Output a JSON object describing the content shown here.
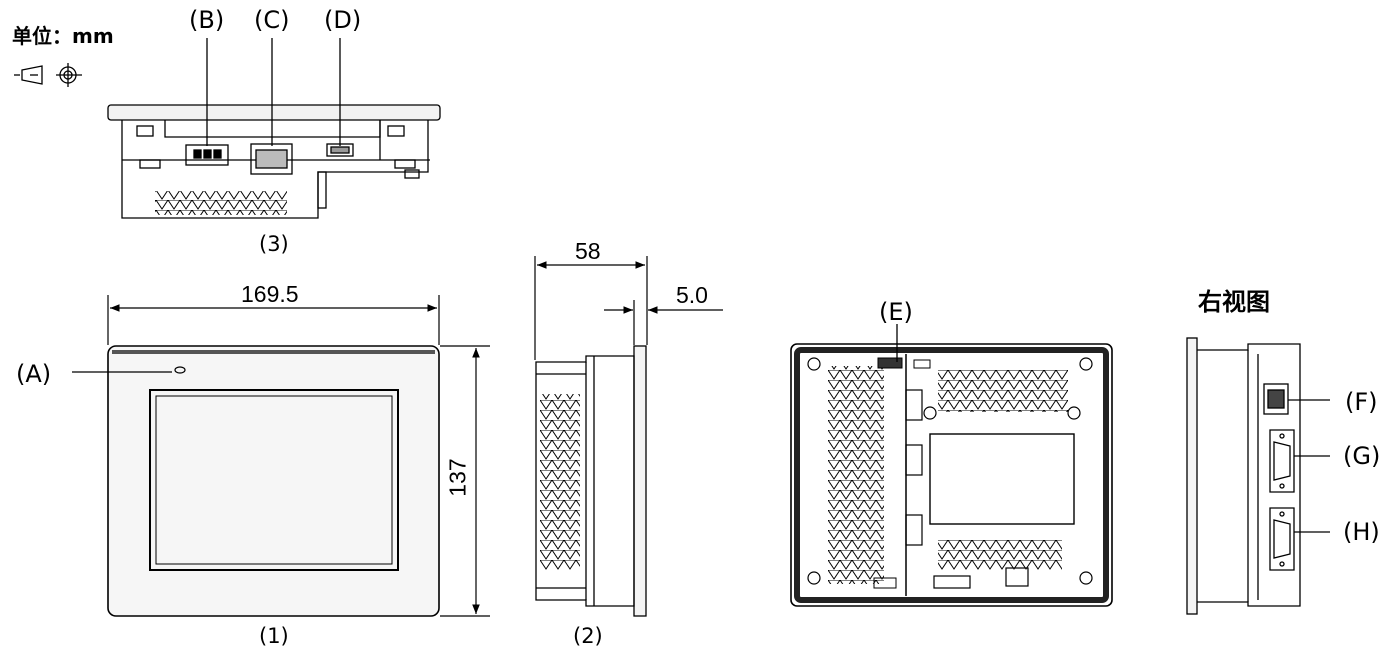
{
  "unit_label": "单位：mm",
  "right_view_title": "右视图",
  "callouts": {
    "A": "(A)",
    "B": "(B)",
    "C": "(C)",
    "D": "(D)",
    "E": "(E)",
    "F": "(F)",
    "G": "(G)",
    "H": "(H)"
  },
  "view_labels": {
    "front": "(1)",
    "side": "(2)",
    "bottom": "(3)"
  },
  "dimensions": {
    "width": "169.5",
    "height": "137",
    "depth": "58",
    "bezel": "5.0"
  },
  "icons": [
    "projection-symbol-icon"
  ]
}
